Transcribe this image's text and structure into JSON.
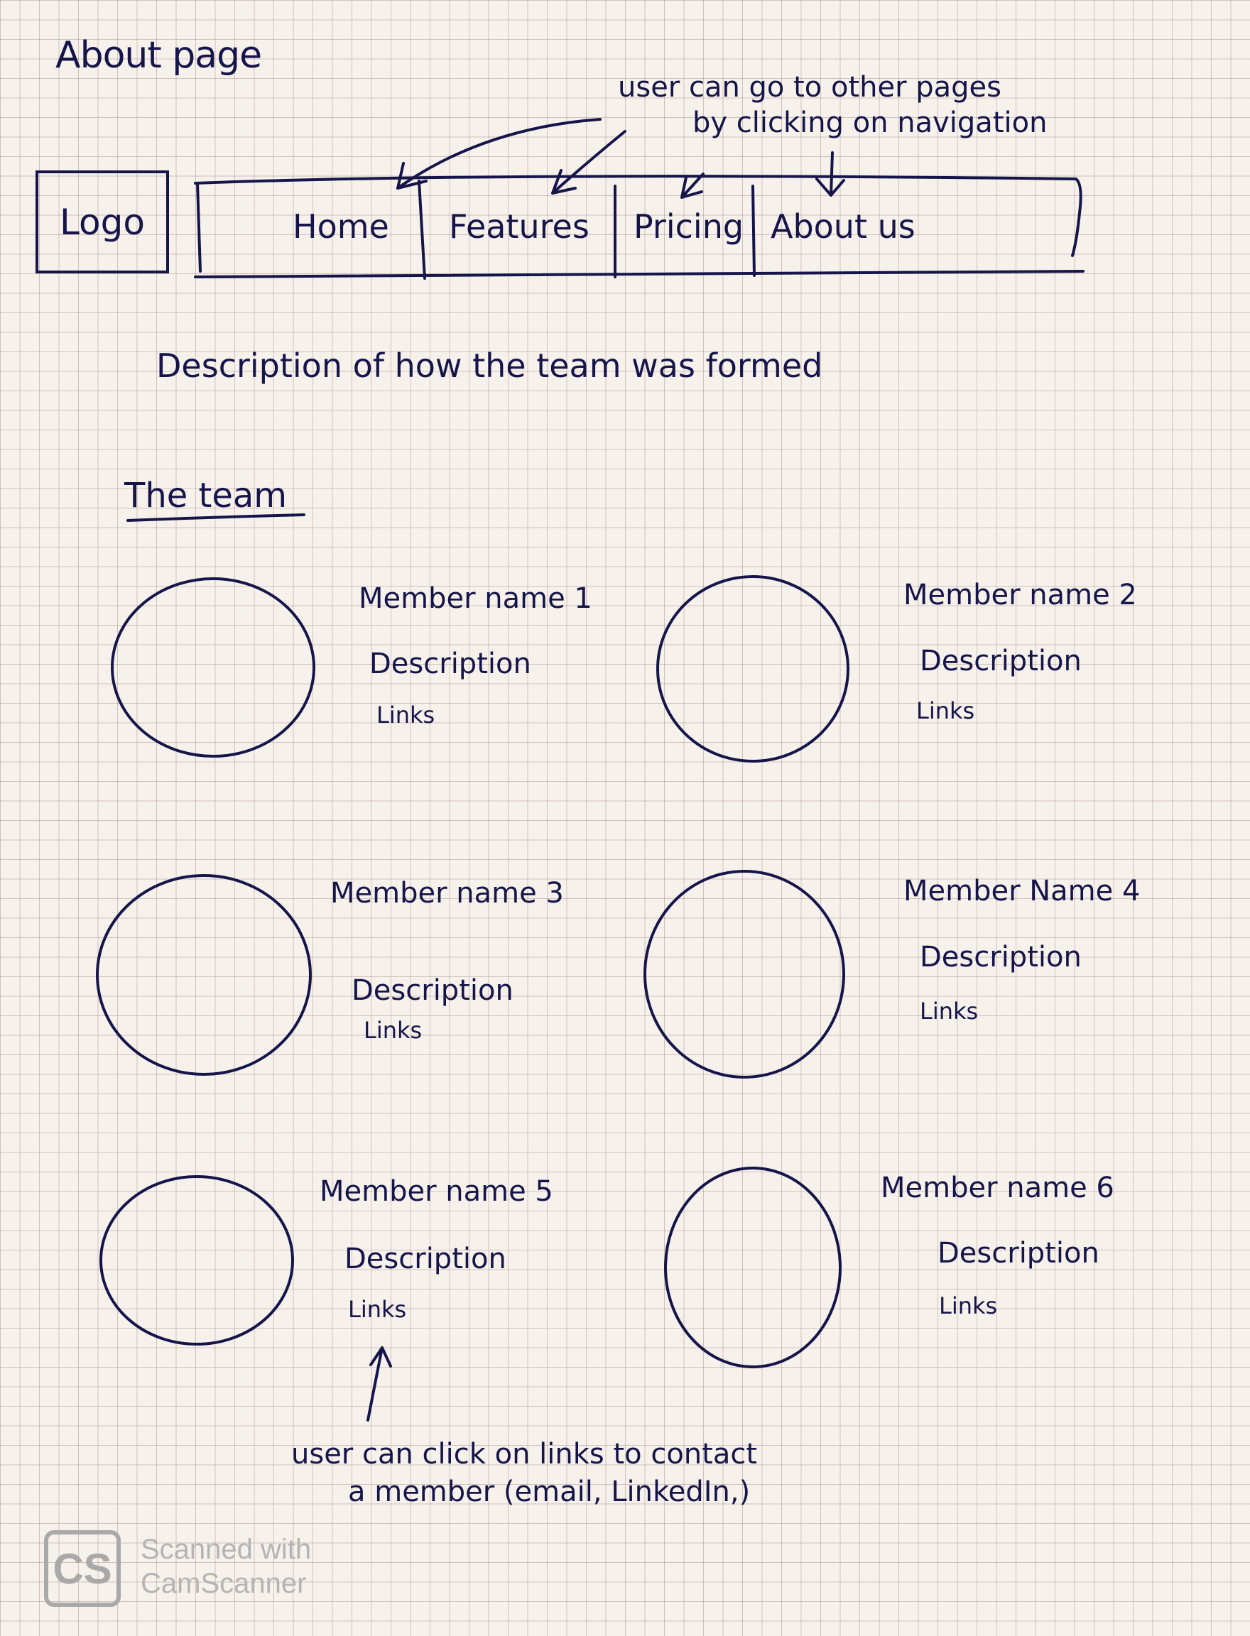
{
  "title": "About page",
  "nav_annotation": [
    "user can go to other pages",
    "by clicking on navigation"
  ],
  "logo": "Logo",
  "nav": [
    "Home",
    "Features",
    "Pricing",
    "About us"
  ],
  "team_description": "Description of how the team was formed",
  "team_heading": "The team",
  "members": [
    {
      "name": "Member name 1",
      "description": "Description",
      "links": "Links"
    },
    {
      "name": "Member name 2",
      "description": "Description",
      "links": "Links"
    },
    {
      "name": "Member name 3",
      "description": "Description",
      "links": "Links"
    },
    {
      "name": "Member Name 4",
      "description": "Description",
      "links": "Links"
    },
    {
      "name": "Member name 5",
      "description": "Description",
      "links": "Links"
    },
    {
      "name": "Member name 6",
      "description": "Description",
      "links": "Links"
    }
  ],
  "links_annotation": [
    "user can click on links to contact",
    "a member (email, LinkedIn,)"
  ],
  "stamp": {
    "logo": "CS",
    "lines": [
      "Scanned with",
      "CamScanner"
    ]
  },
  "colors": {
    "ink": "#15154a",
    "paper": "#f7f1ec",
    "grid": "#7a554b",
    "stamp": "#a9a9a9"
  }
}
